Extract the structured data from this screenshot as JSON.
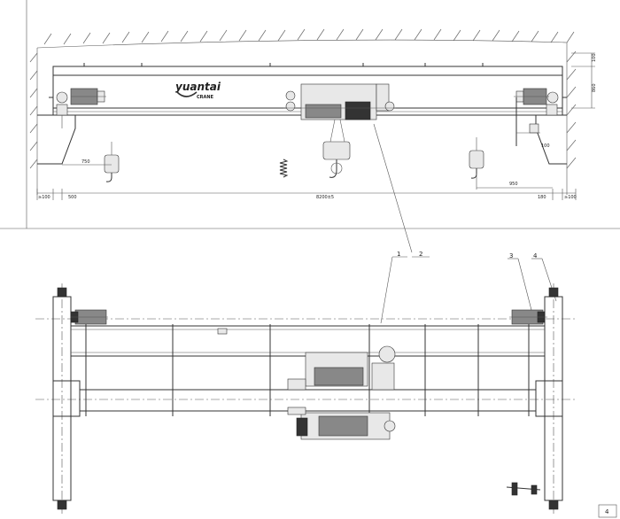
{
  "logo": {
    "brand": "yuantai",
    "sub": "CRANE"
  },
  "dims": {
    "h100": "100",
    "h860": "860",
    "d750": "750",
    "d950": "950",
    "d100s": "100",
    "left100": "≥100",
    "d500": "500",
    "span": "8200±5",
    "d180": "180",
    "right100": "≥100"
  },
  "callouts": [
    "1",
    "2",
    "3",
    "4"
  ],
  "sheet_number": "4"
}
